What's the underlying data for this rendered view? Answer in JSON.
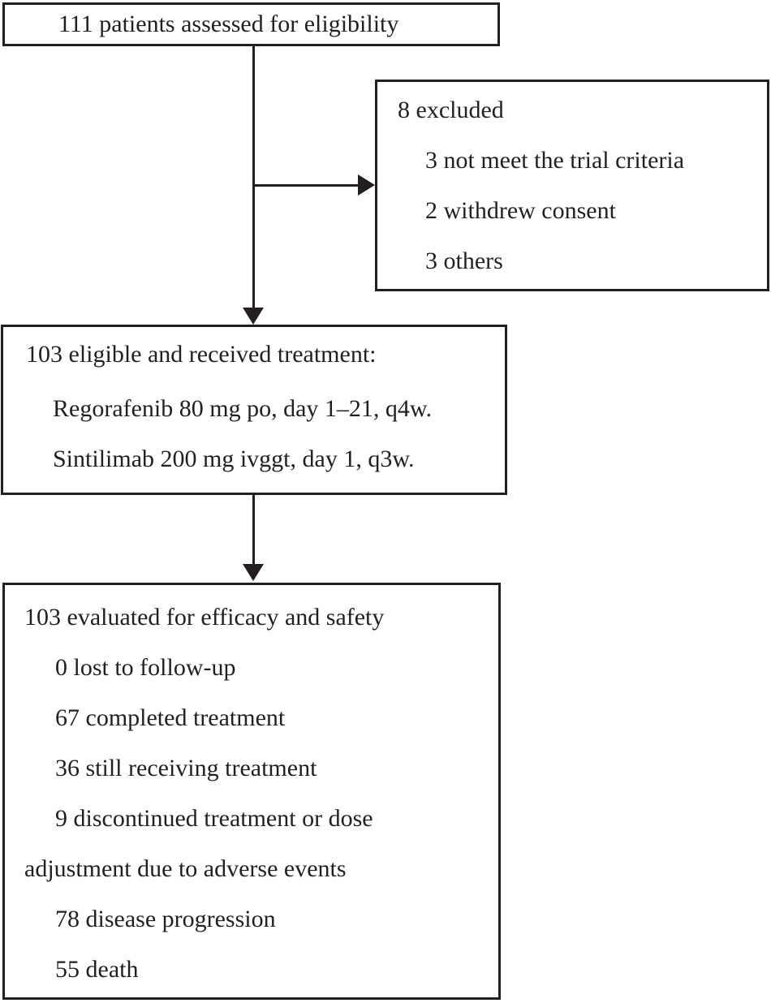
{
  "diagram": {
    "title": "Patient enrollment and treatment flow diagram",
    "type": "consort-flowchart",
    "stroke_color": "#231f20",
    "background_color": "#ffffff"
  },
  "nodes": {
    "assessed": {
      "id": "assessed-box",
      "lines": [
        {
          "text": "111 patients assessed for eligibility",
          "indent": false
        }
      ]
    },
    "excluded": {
      "id": "excluded-box",
      "lines": [
        {
          "text": "8 excluded",
          "indent": false
        },
        {
          "text": "3 not meet the trial criteria",
          "indent": true
        },
        {
          "text": "2 withdrew consent",
          "indent": true
        },
        {
          "text": "3 others",
          "indent": true
        }
      ]
    },
    "treatment": {
      "id": "treatment-box",
      "lines": [
        {
          "text": "103 eligible and received treatment:",
          "indent": false
        },
        {
          "text": "Regorafenib 80 mg po, day 1–21, q4w.",
          "indent": true
        },
        {
          "text": "Sintilimab 200 mg ivggt, day 1, q3w.",
          "indent": true
        }
      ]
    },
    "evaluated": {
      "id": "evaluated-box",
      "lines": [
        {
          "text": "103 evaluated for efficacy and safety",
          "indent": false
        },
        {
          "text": "0 lost to follow-up",
          "indent": true
        },
        {
          "text": "67 completed treatment",
          "indent": true
        },
        {
          "text": "36 still receiving treatment",
          "indent": true
        },
        {
          "text": "9 discontinued treatment or dose",
          "indent": true
        },
        {
          "text": "adjustment due to adverse events",
          "indent": false
        },
        {
          "text": "78 disease progression",
          "indent": true
        },
        {
          "text": "55 death",
          "indent": true
        }
      ]
    }
  },
  "connectors": [
    {
      "name": "trunk-assessed-to-treatment",
      "kind": "vertical-arrow"
    },
    {
      "name": "branch-to-excluded",
      "kind": "horizontal-arrow"
    },
    {
      "name": "trunk-treatment-to-evaluated",
      "kind": "vertical-arrow"
    }
  ]
}
